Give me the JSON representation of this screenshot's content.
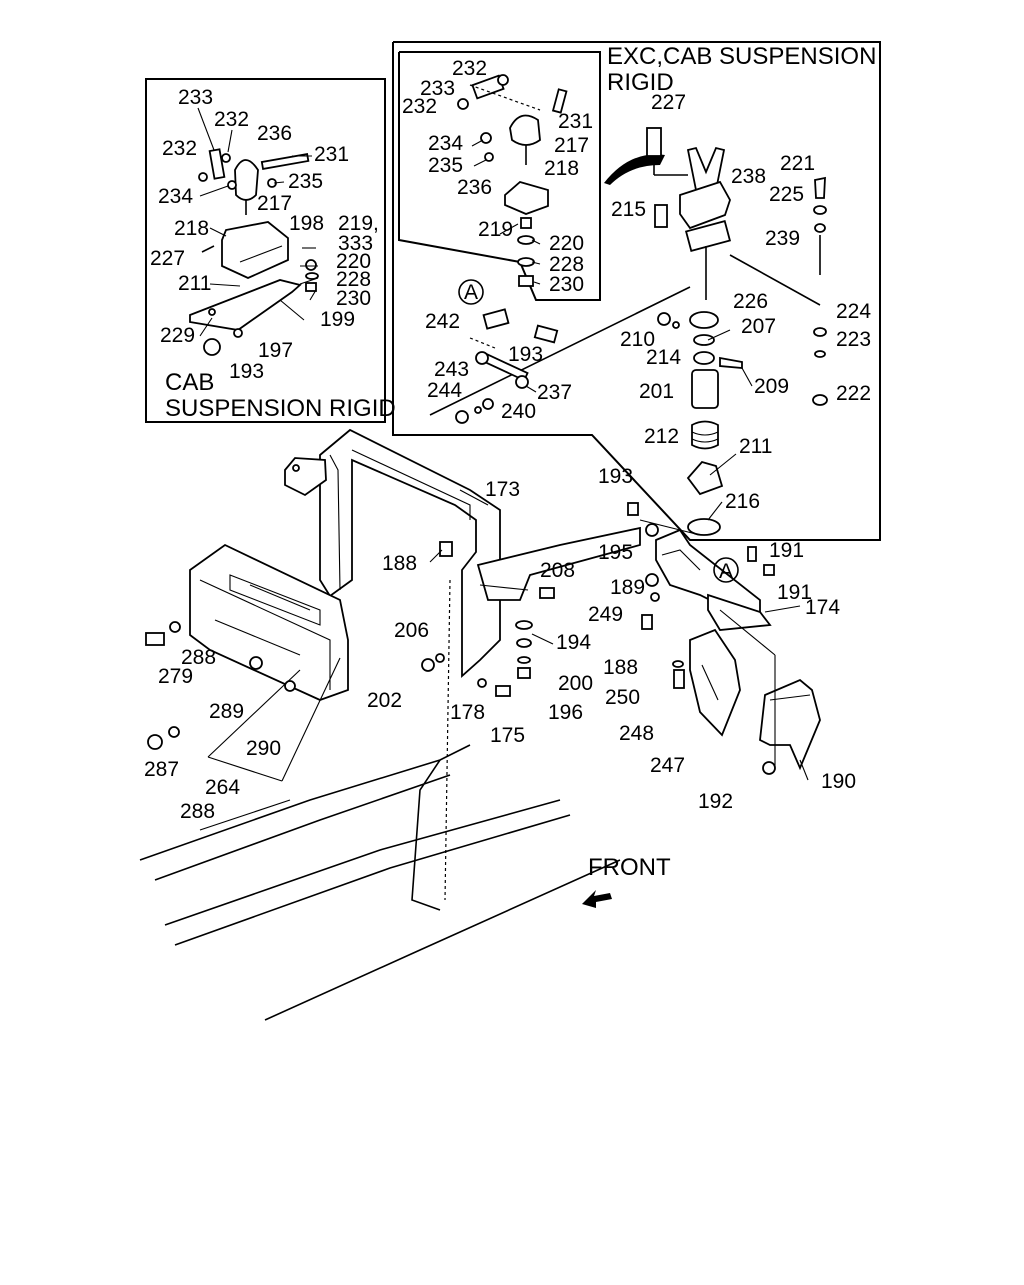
{
  "insets": {
    "cab_rigid": {
      "title_line1": "CAB",
      "title_line2": "SUSPENSION RIGID"
    },
    "exc_cab": {
      "title_line1": "EXC,CAB SUSPENSION",
      "title_line2": "RIGID"
    },
    "callout_letter": "A"
  },
  "front_label": "FRONT",
  "labels": {
    "l233a": "233",
    "l232a": "232",
    "l236a": "236",
    "l232b": "232",
    "l231a": "231",
    "l234a": "234",
    "l235a": "235",
    "l217a": "217",
    "l218a": "218",
    "l198": "198",
    "l219_333": "219,",
    "l333": "333",
    "l227a": "227",
    "l220a": "220",
    "l211a": "211",
    "l228a": "228",
    "l230a": "230",
    "l199": "199",
    "l229": "229",
    "l197": "197",
    "l193a": "193",
    "l232c": "232",
    "l233b": "233",
    "l232d": "232",
    "l231b": "231",
    "l234b": "234",
    "l217b": "217",
    "l235b": "235",
    "l218b": "218",
    "l236b": "236",
    "l219b": "219",
    "l220b": "220",
    "l228b": "228",
    "l230b": "230",
    "l242": "242",
    "l193b": "193",
    "l243": "243",
    "l237": "237",
    "l244": "244",
    "l240": "240",
    "l227b": "227",
    "l238": "238",
    "l221": "221",
    "l225": "225",
    "l215": "215",
    "l239": "239",
    "l226": "226",
    "l224": "224",
    "l210": "210",
    "l207": "207",
    "l223": "223",
    "l214": "214",
    "l201": "201",
    "l209": "209",
    "l222": "222",
    "l212": "212",
    "l211b": "211",
    "l216": "216",
    "l173": "173",
    "l193c": "193",
    "l195": "195",
    "l191a": "191",
    "l191b": "191",
    "l188a": "188",
    "l208": "208",
    "l189": "189",
    "l249": "249",
    "l174": "174",
    "l206": "206",
    "l194": "194",
    "l188b": "188",
    "l202": "202",
    "l200": "200",
    "l250": "250",
    "l178": "178",
    "l196": "196",
    "l175": "175",
    "l248": "248",
    "l247": "247",
    "l190": "190",
    "l192": "192",
    "l288a": "288",
    "l279": "279",
    "l289": "289",
    "l290": "290",
    "l287": "287",
    "l264": "264",
    "l288b": "288"
  }
}
